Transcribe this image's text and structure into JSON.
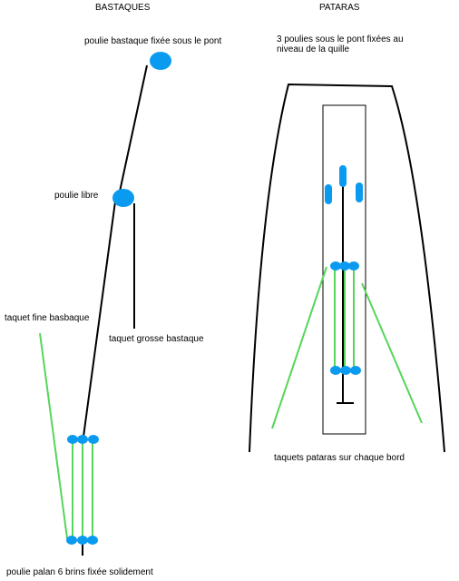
{
  "bastaques": {
    "title": "BASTAQUES",
    "label_top_pulley": "poulie bastaque fixée sous le pont",
    "label_free_pulley": "poulie libre",
    "label_fine_cleat": "taquet fine basbaque",
    "label_coarse_cleat": "taquet grosse bastaque",
    "label_tackle": "poulie palan 6 brins fixée solidement"
  },
  "pataras": {
    "title": "PATARAS",
    "label_pulleys_line1": "3 poulies sous le pont fixées au",
    "label_pulleys_line2": "niveau de la quille",
    "label_cleats": "taquets pataras sur chaque bord"
  },
  "colors": {
    "pulley": "#0a9bf0",
    "rope": "#55d65a",
    "line": "#000000"
  }
}
